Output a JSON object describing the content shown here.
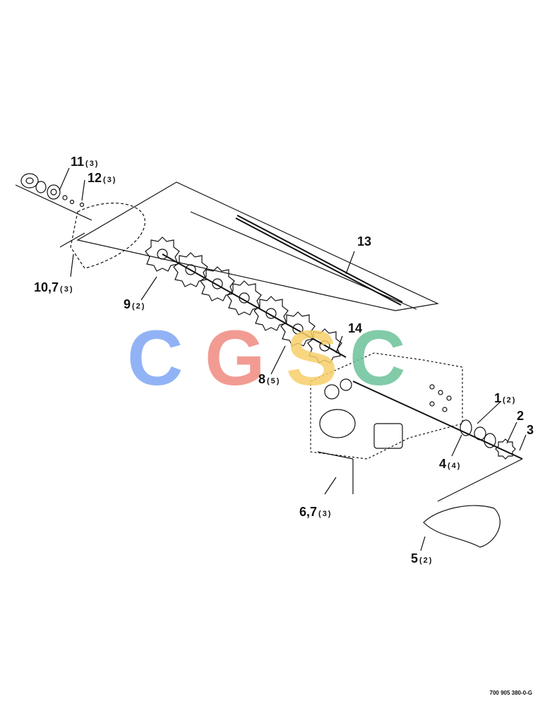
{
  "callouts": [
    {
      "id": "c11",
      "num": "11",
      "qty": "(3)"
    },
    {
      "id": "c12",
      "num": "12",
      "qty": "(3)"
    },
    {
      "id": "c13",
      "num": "13",
      "qty": ""
    },
    {
      "id": "c10",
      "num": "10,7",
      "qty": "(3)"
    },
    {
      "id": "c9",
      "num": "9",
      "qty": "(2)"
    },
    {
      "id": "c14",
      "num": "14",
      "qty": ""
    },
    {
      "id": "c8",
      "num": "8",
      "qty": "(5)"
    },
    {
      "id": "c1",
      "num": "1",
      "qty": "(2)"
    },
    {
      "id": "c2",
      "num": "2",
      "qty": ""
    },
    {
      "id": "c3",
      "num": "3",
      "qty": ""
    },
    {
      "id": "c4",
      "num": "4",
      "qty": "(4)"
    },
    {
      "id": "c6",
      "num": "6,7",
      "qty": "(3)"
    },
    {
      "id": "c5",
      "num": "5",
      "qty": "(2)"
    }
  ],
  "part_number": "700 905 380-0-G",
  "watermark": {
    "letters": [
      "C",
      "G",
      "S",
      "C"
    ],
    "colors": [
      "#7ea6f5",
      "#f08a80",
      "#f7cf6a",
      "#6cc39a"
    ]
  }
}
